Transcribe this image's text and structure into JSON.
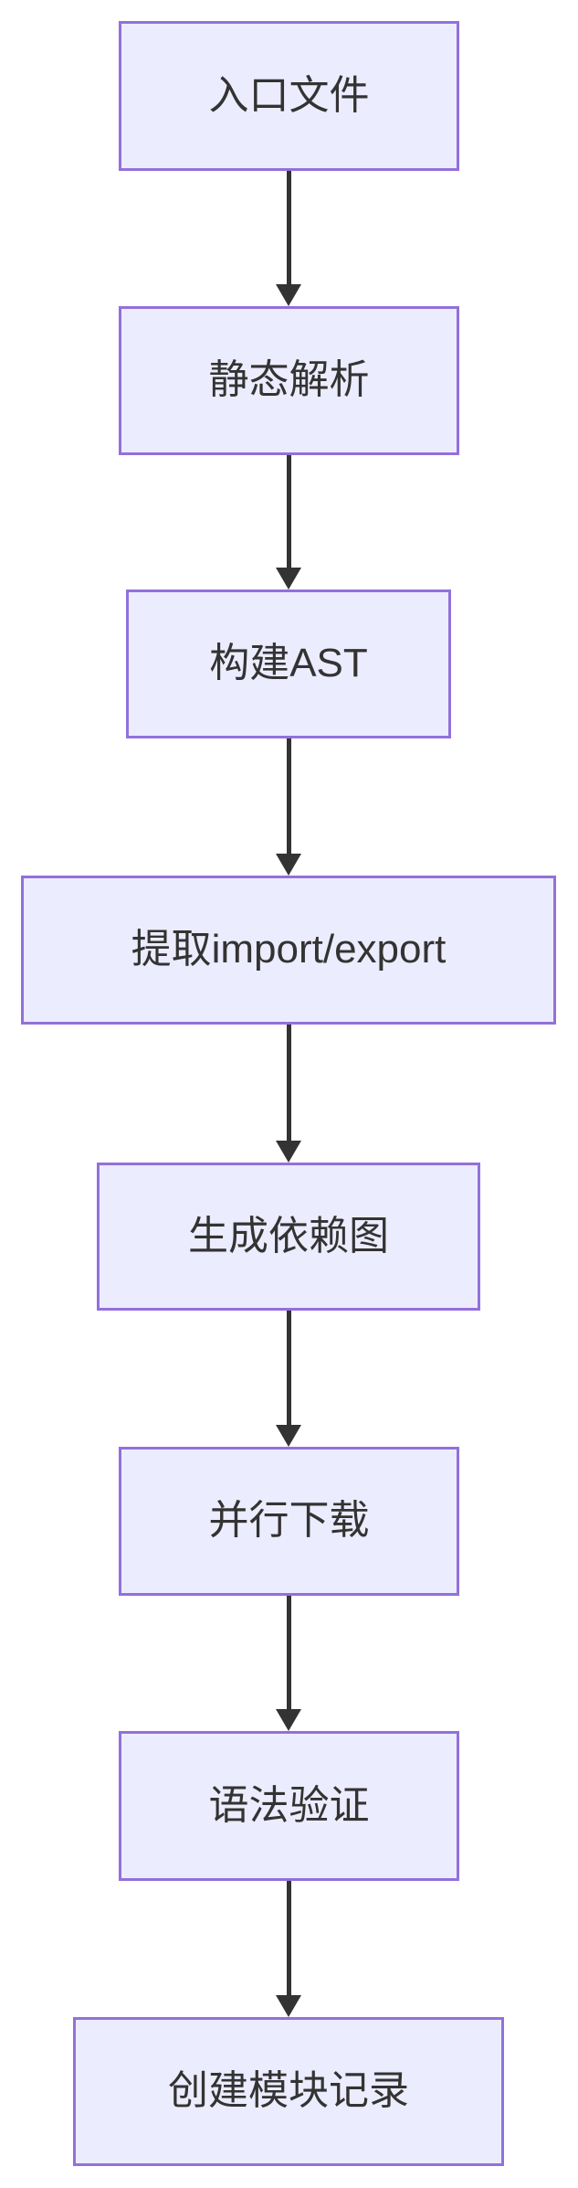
{
  "diagram": {
    "type": "flowchart",
    "direction": "top-down",
    "style": {
      "background": "#FFFFFF",
      "node_fill": "#ECECFF",
      "node_border": "#9370DB",
      "node_text_color": "#333333",
      "arrow_color": "#333333"
    },
    "nodes": [
      {
        "label": "入口文件"
      },
      {
        "label": "静态解析"
      },
      {
        "label": "构建AST"
      },
      {
        "label": "提取import/export"
      },
      {
        "label": "生成依赖图"
      },
      {
        "label": "并行下载"
      },
      {
        "label": "语法验证"
      },
      {
        "label": "创建模块记录"
      }
    ],
    "edges": [
      {
        "from": "入口文件",
        "to": "静态解析"
      },
      {
        "from": "静态解析",
        "to": "构建AST"
      },
      {
        "from": "构建AST",
        "to": "提取import/export"
      },
      {
        "from": "提取import/export",
        "to": "生成依赖图"
      },
      {
        "from": "生成依赖图",
        "to": "并行下载"
      },
      {
        "from": "并行下载",
        "to": "语法验证"
      },
      {
        "from": "语法验证",
        "to": "创建模块记录"
      }
    ]
  }
}
